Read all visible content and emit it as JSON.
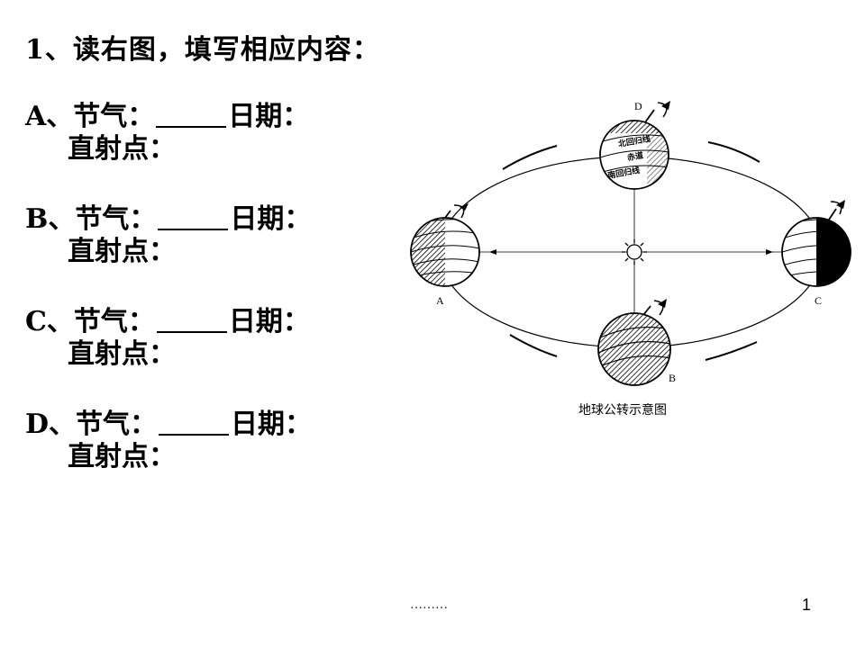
{
  "question": {
    "title": "1、读右图，填写相应内容："
  },
  "items": [
    {
      "prefix": "A、节气：",
      "date_label": "日期：",
      "point_label": "直射点："
    },
    {
      "prefix": "B、节气：",
      "date_label": "日期：",
      "point_label": "直射点："
    },
    {
      "prefix": "C、节气：",
      "date_label": "日期：",
      "point_label": "直射点："
    },
    {
      "prefix": "D、节气：",
      "date_label": "日期：",
      "point_label": "直射点："
    }
  ],
  "diagram": {
    "caption": "地球公转示意图",
    "labels": {
      "a": "A",
      "b": "B",
      "c": "C",
      "d": "D"
    },
    "earth_d_lines": {
      "north_tropic": "北回归线",
      "equator": "赤道",
      "south_tropic": "南回归线"
    }
  },
  "footer": {
    "dots": "………",
    "page_number": "1"
  }
}
